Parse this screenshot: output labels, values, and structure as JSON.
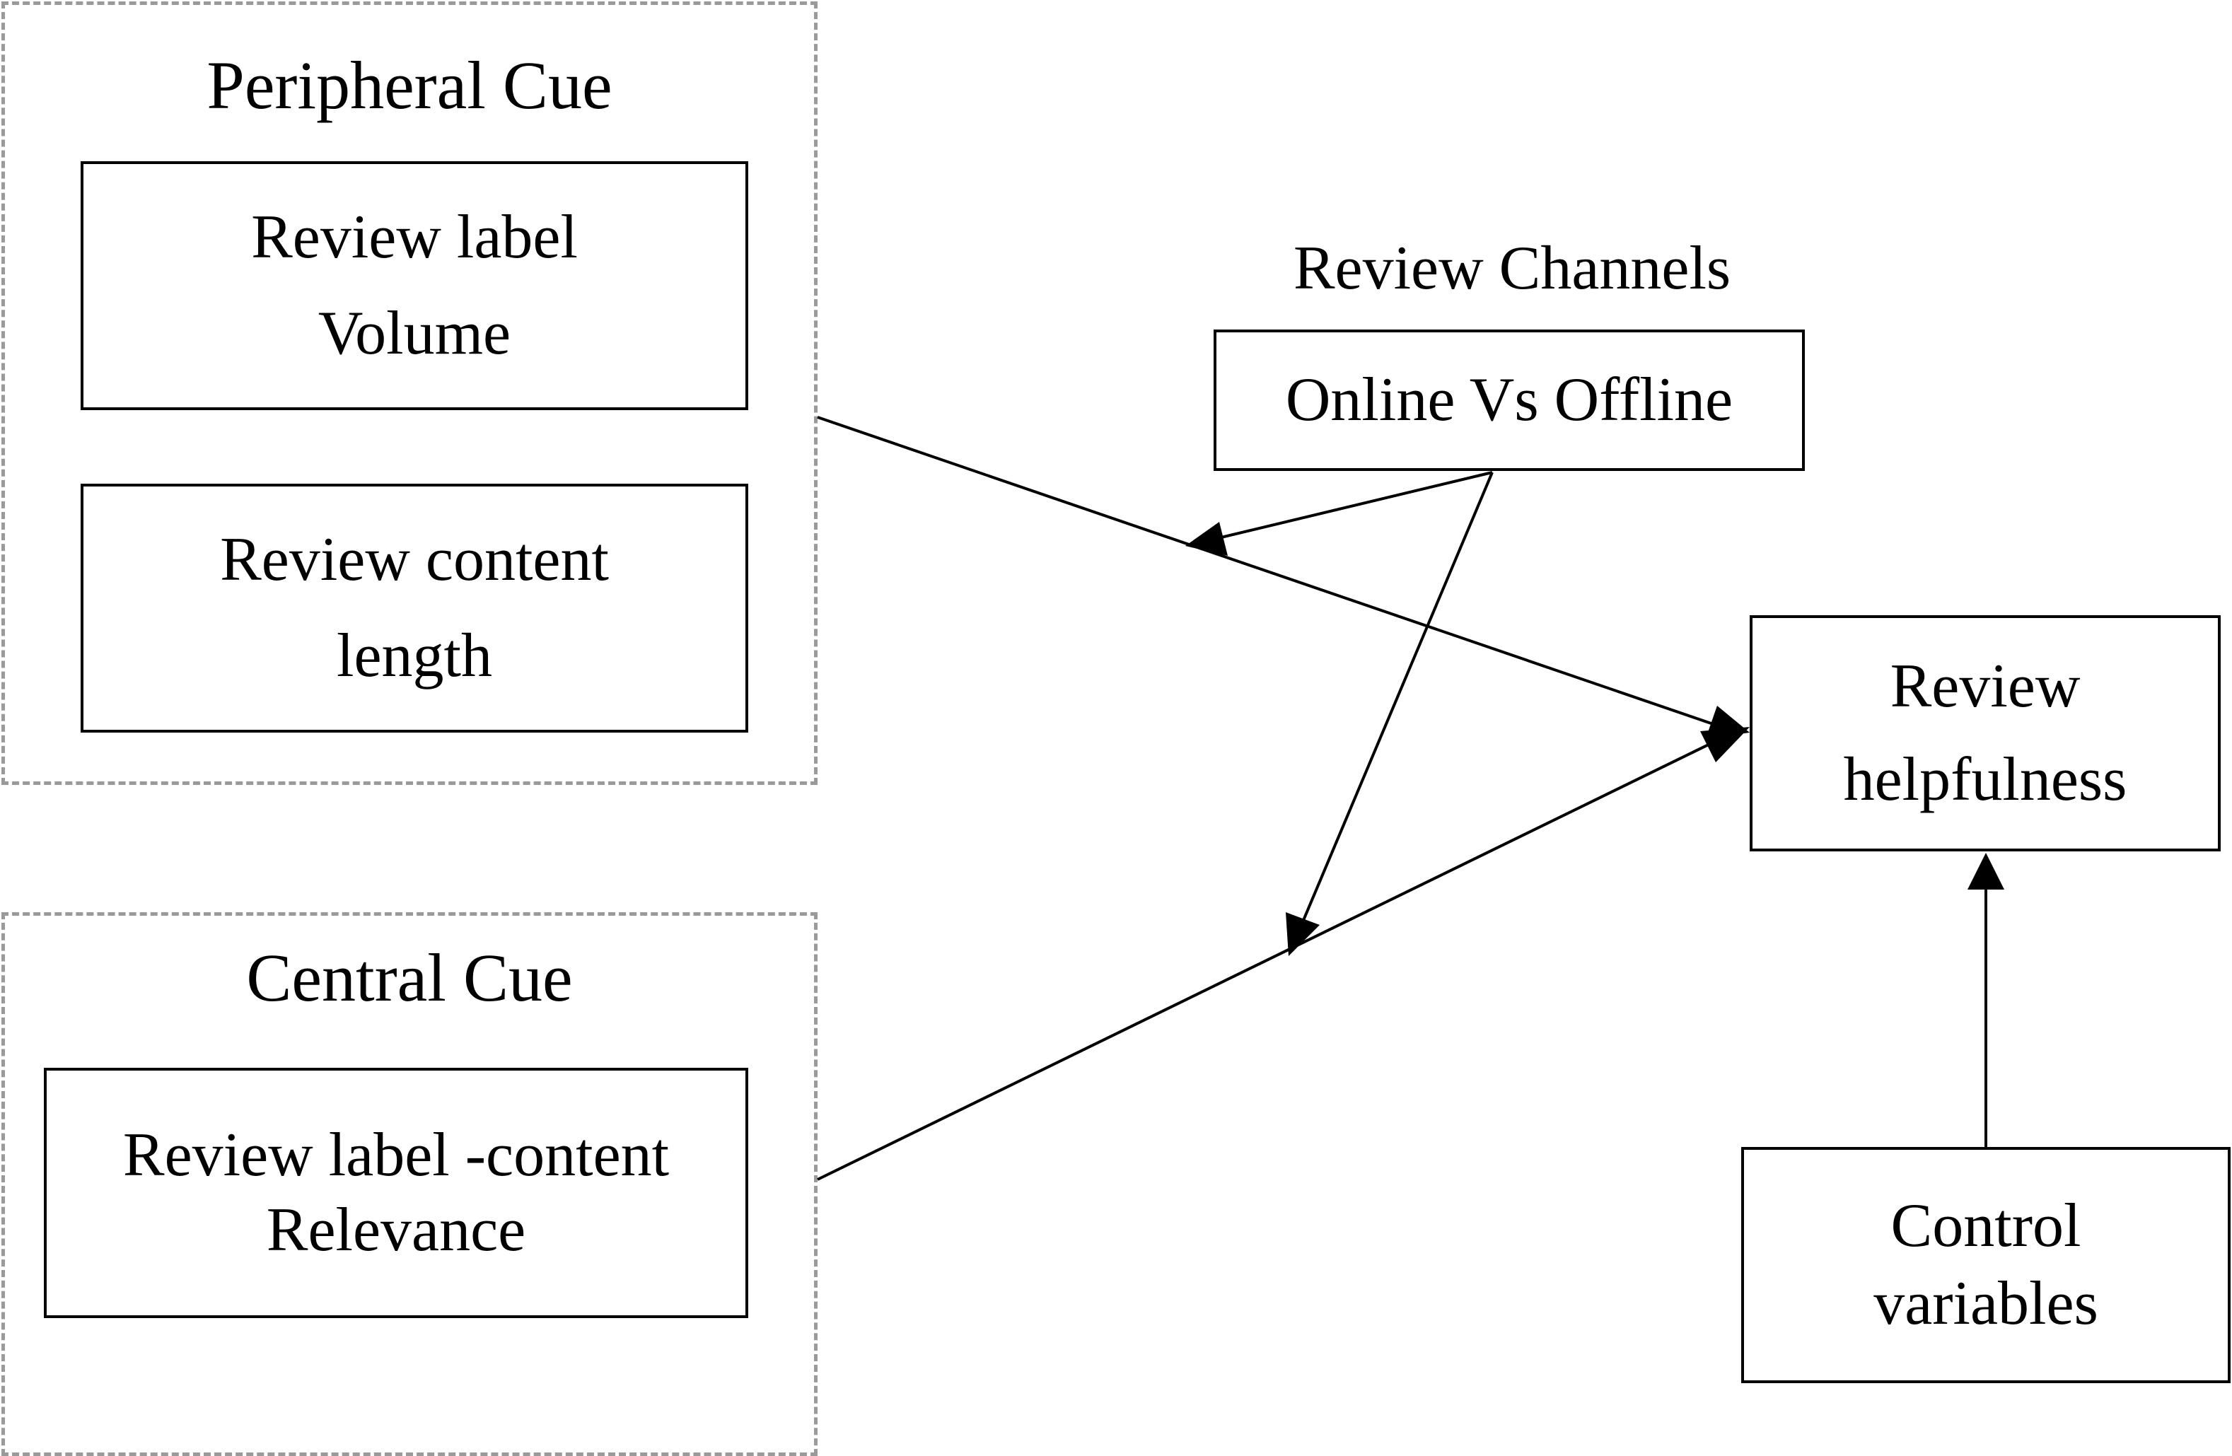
{
  "peripheral_group": {
    "title": "Peripheral Cue",
    "box1": {
      "line1": "Review label",
      "line2": "Volume"
    },
    "box2": {
      "line1": "Review content",
      "line2": "length"
    }
  },
  "central_group": {
    "title": "Central Cue",
    "box1": {
      "line1": "Review label -content",
      "line2": "Relevance"
    }
  },
  "channels": {
    "title": "Review Channels",
    "box_label": "Online Vs Offline"
  },
  "outcome": {
    "line1": "Review",
    "line2": "helpfulness"
  },
  "controls": {
    "line1": "Control",
    "line2": "variables"
  }
}
